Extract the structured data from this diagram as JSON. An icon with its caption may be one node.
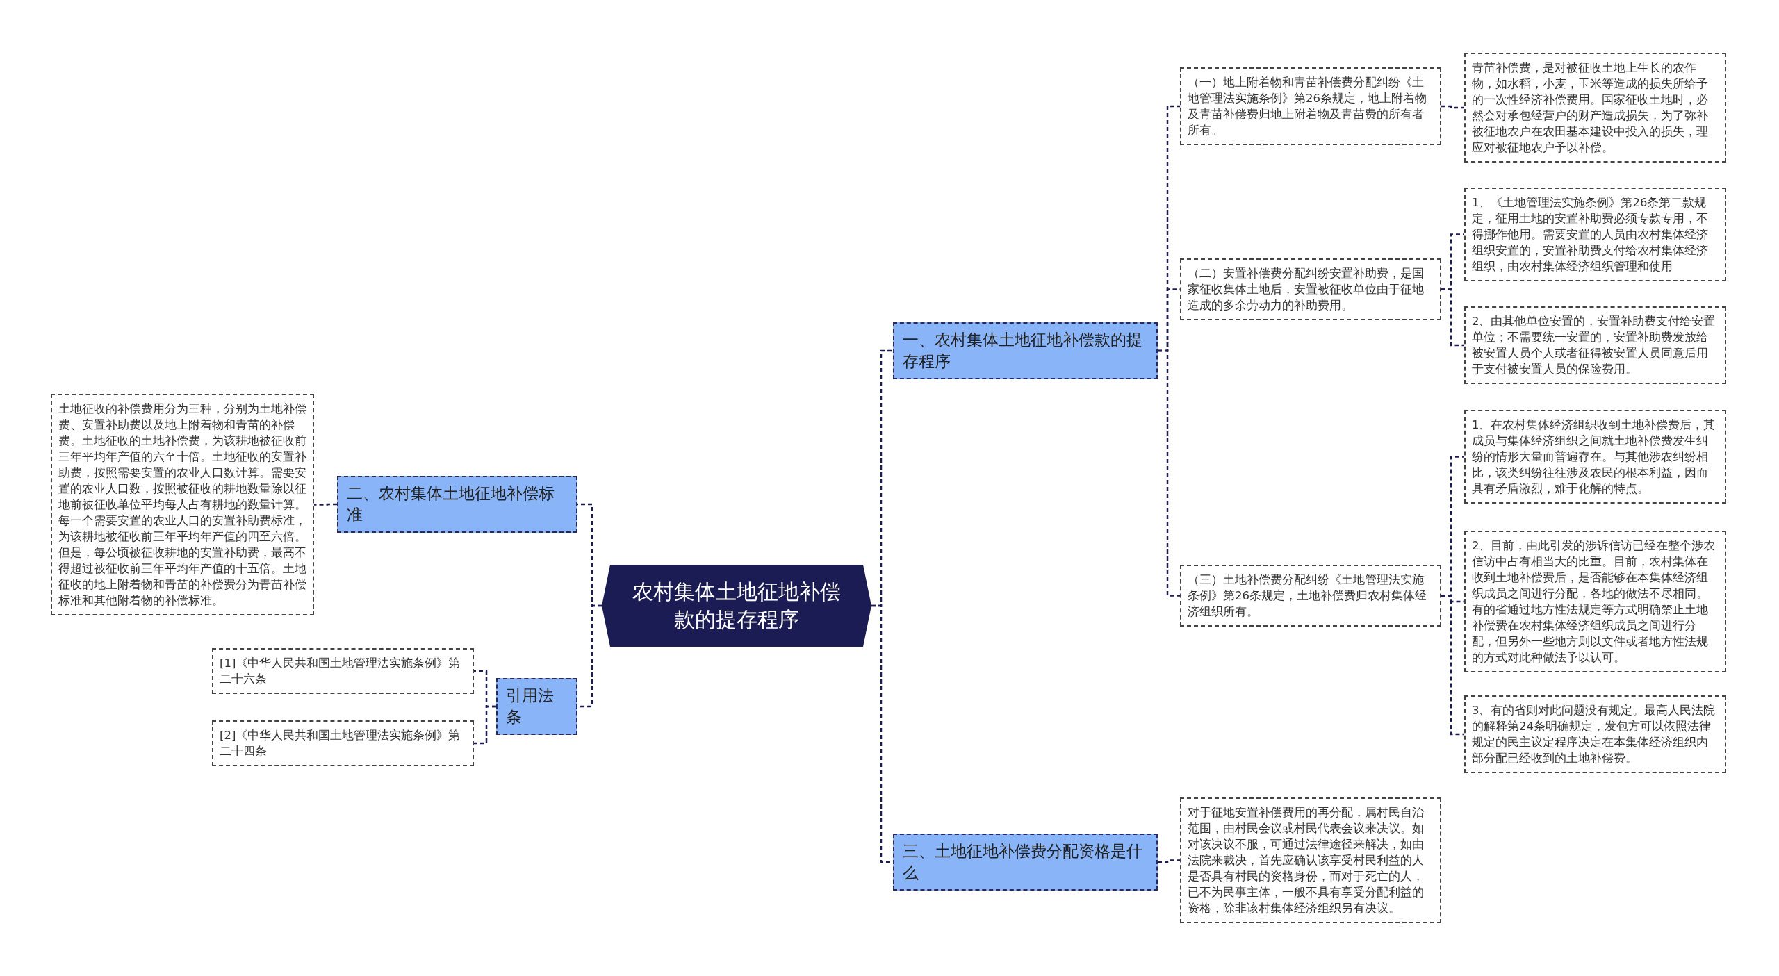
{
  "diagram": {
    "nodes": [
      {
        "text": [
          "农村集体土地征地补偿款的提存程序"
        ]
      },
      {
        "text": [
          "一、农村集体土地征地补偿款的提存程序"
        ]
      },
      {
        "text": [
          "（一）地上附着物和青苗补偿费分配纠纷《土地管理法实施条例》第26条规定，地上附着物及青苗补偿费归地上附着物及青苗费的所有者所有。"
        ]
      },
      {
        "text": [
          "青苗补偿费，是对被征收土地上生长的农作物，如水稻，小麦，玉米等造成的损失所给予的一次性经济补偿费用。国家征收土地时，必然会对承包经营户的财产造成损失，为了弥补被征地农户在农田基本建设中投入的损失，理应对被征地农户予以补偿。"
        ]
      },
      {
        "text": [
          "（二）安置补偿费分配纠纷安置补助费，是国家征收集体土地后，安置被征收单位由于征地造成的多余劳动力的补助费用。"
        ]
      },
      {
        "text": [
          "1、《土地管理法实施条例》第26条第二款规定，征用土地的安置补助费必须专款专用，不得挪作他用。需要安置的人员由农村集体经济组织安置的，安置补助费支付给农村集体经济组织，由农村集体经济组织管理和使用"
        ]
      },
      {
        "text": [
          "2、由其他单位安置的，安置补助费支付给安置单位；不需要统一安置的，安置补助费发放给被安置人员个人或者征得被安置人员同意后用于支付被安置人员的保险费用。"
        ]
      },
      {
        "text": [
          "（三）土地补偿费分配纠纷《土地管理法实施条例》第26条规定，土地补偿费归农村集体经济组织所有。"
        ]
      },
      {
        "text": [
          "1、在农村集体经济组织收到土地补偿费后，其成员与集体经济组织之间就土地补偿费发生纠纷的情形大量而普遍存在。与其他涉农纠纷相比，该类纠纷往往涉及农民的根本利益，因而具有矛盾激烈，难于化解的特点。"
        ]
      },
      {
        "text": [
          "2、目前，由此引发的涉诉信访已经在整个涉农信访中占有相当大的比重。目前，农村集体在收到土地补偿费后，是否能够在本集体经济组织成员之间进行分配，各地的做法不尽相同。有的省通过地方性法规定等方式明确禁止土地补偿费在农村集体经济组织成员之间进行分配，但另外一些地方则以文件或者地方性法规的方式对此种做法予以认可。"
        ]
      },
      {
        "text": [
          "3、有的省则对此问题没有规定。最高人民法院的解释第24条明确规定，发包方可以依照法律规定的民主议定程序决定在本集体经济组织内部分配已经收到的土地补偿费。"
        ]
      },
      {
        "text": [
          "三、土地征地补偿费分配资格是什么"
        ]
      },
      {
        "text": [
          "对于征地安置补偿费用的再分配，属村民自治范围，由村民会议或村民代表会议来决议。如对该决议不服，可通过法律途径来解决，如由法院来裁决，首先应确认该享受村民利益的人是否具有村民的资格身份，而对于死亡的人，已不为民事主体，一般不具有享受分配利益的资格，除非该村集体经济组织另有决议。"
        ]
      },
      {
        "text": [
          "二、农村集体土地征地补偿标准"
        ]
      },
      {
        "text": [
          "土地征收的补偿费用分为三种，分别为土地补偿费、安置补助费以及地上附着物和青苗的补偿费。土地征收的土地补偿费，为该耕地被征收前三年平均年产值的六至十倍。土地征收的安置补助费，按照需要安置的农业人口数计算。需要安置的农业人口数，按照被征收的耕地数量除以征地前被征收单位平均每人占有耕地的数量计算。每一个需要安置的农业人口的安置补助费标准，为该耕地被征收前三年平均年产值的四至六倍。但是，每公顷被征收耕地的安置补助费，最高不得超过被征收前三年平均年产值的十五倍。土地征收的地上附着物和青苗的补偿费分为青苗补偿标准和其他附着物的补偿标准。"
        ]
      },
      {
        "text": [
          "引用法条"
        ]
      },
      {
        "text": [
          "[1]《中华人民共和国土地管理法实施条例》第二十六条"
        ]
      },
      {
        "text": [
          "[2]《中华人民共和国土地管理法实施条例》第二十四条"
        ]
      }
    ],
    "edges": [
      {
        "from": 0,
        "to": 1,
        "arrow": "none",
        "style": "dashed"
      },
      {
        "from": 1,
        "to": 2,
        "arrow": "none",
        "style": "dashed"
      },
      {
        "from": 2,
        "to": 3,
        "arrow": "none",
        "style": "dashed"
      },
      {
        "from": 1,
        "to": 4,
        "arrow": "none",
        "style": "dashed"
      },
      {
        "from": 4,
        "to": 5,
        "arrow": "none",
        "style": "dashed"
      },
      {
        "from": 4,
        "to": 6,
        "arrow": "none",
        "style": "dashed"
      },
      {
        "from": 1,
        "to": 7,
        "arrow": "none",
        "style": "dashed"
      },
      {
        "from": 7,
        "to": 8,
        "arrow": "none",
        "style": "dashed"
      },
      {
        "from": 7,
        "to": 9,
        "arrow": "none",
        "style": "dashed"
      },
      {
        "from": 7,
        "to": 10,
        "arrow": "none",
        "style": "dashed"
      },
      {
        "from": 0,
        "to": 11,
        "arrow": "none",
        "style": "dashed"
      },
      {
        "from": 11,
        "to": 12,
        "arrow": "none",
        "style": "dashed"
      },
      {
        "from": 0,
        "to": 13,
        "arrow": "none",
        "style": "dashed"
      },
      {
        "from": 13,
        "to": 14,
        "arrow": "none",
        "style": "dashed"
      },
      {
        "from": 0,
        "to": 15,
        "arrow": "none",
        "style": "dashed"
      },
      {
        "from": 15,
        "to": 16,
        "arrow": "none",
        "style": "dashed"
      },
      {
        "from": 15,
        "to": 17,
        "arrow": "none",
        "style": "dashed"
      }
    ]
  }
}
